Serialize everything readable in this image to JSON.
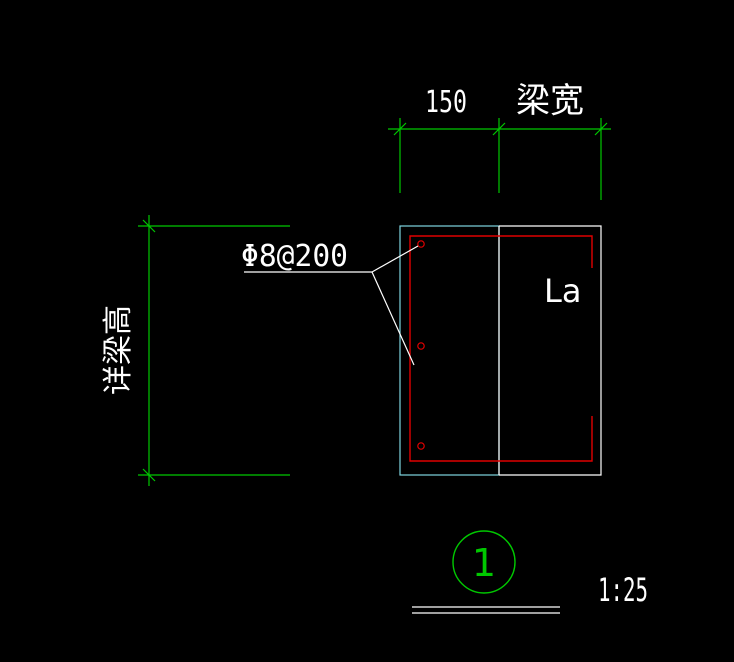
{
  "colors": {
    "background": "#000000",
    "dimension": "#00c800",
    "outline_cyan": "#7fd4e0",
    "rebar": "#e00000",
    "white": "#ffffff"
  },
  "dimensions": {
    "top_left_label": "150",
    "top_right_label": "梁宽",
    "left_label": "详梁高"
  },
  "rebar_callout": "Φ8@200",
  "anchorage_label": "La",
  "detail_marker": {
    "number": "1",
    "scale": "1:25"
  }
}
